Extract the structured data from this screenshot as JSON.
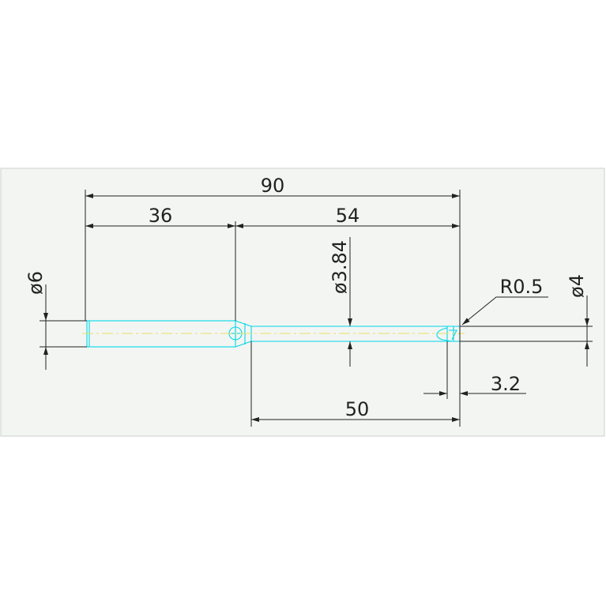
{
  "drawing": {
    "colors": {
      "background": "#ffffff",
      "sheet_fill": "#f3f5f3",
      "sheet_border": "#c8d2c8",
      "dimension": "#222222",
      "part_outline": "#00d8e8",
      "centerline": "#e8e060"
    },
    "dimensions": {
      "overall_length": "90",
      "shank_length": "36",
      "body_length": "54",
      "neck_length": "50",
      "tip_length": "3.2",
      "shank_diameter": "ø6",
      "body_diameter": "ø3.84",
      "tip_diameter": "ø4",
      "tip_radius": "R0.5"
    }
  }
}
